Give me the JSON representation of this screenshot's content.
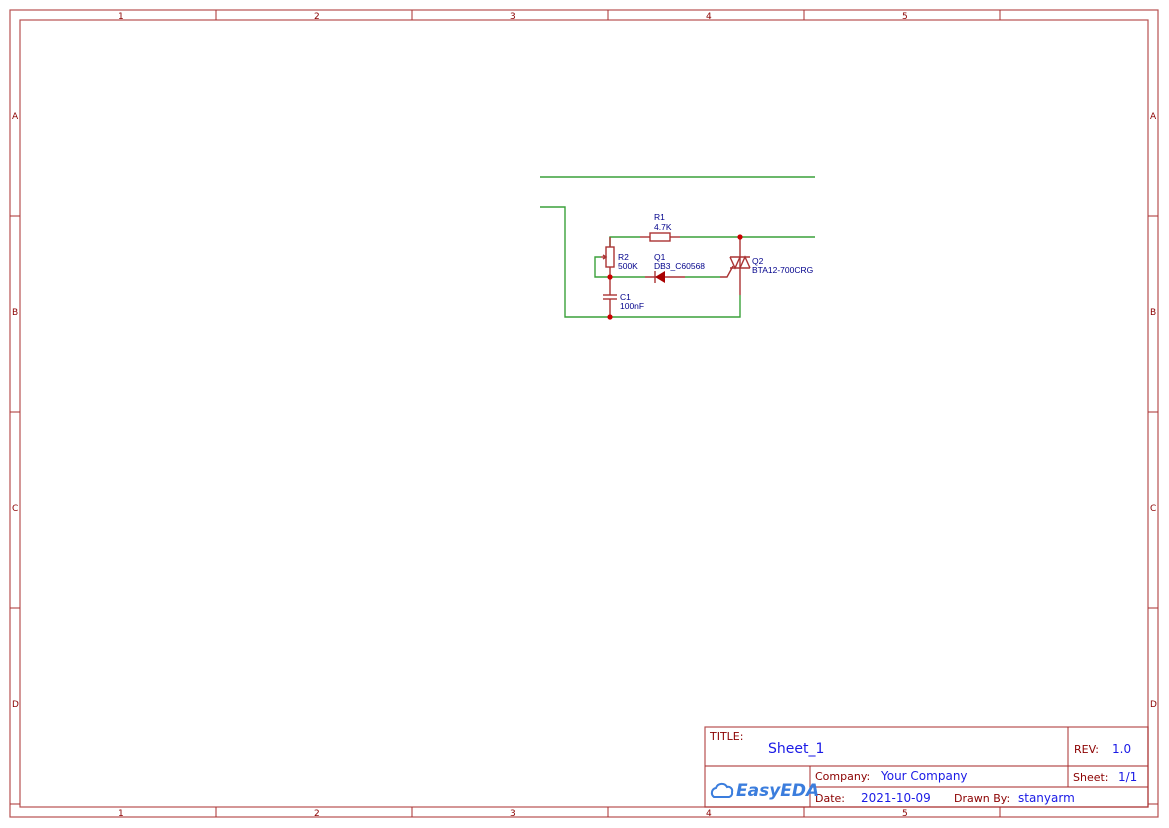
{
  "frame": {
    "columns": [
      "1",
      "2",
      "3",
      "4",
      "5"
    ],
    "rows": [
      "A",
      "B",
      "C",
      "D"
    ]
  },
  "components": {
    "r1": {
      "ref": "R1",
      "value": "4.7K"
    },
    "r2": {
      "ref": "R2",
      "value": "500K"
    },
    "q1": {
      "ref": "Q1",
      "value": "DB3_C60568"
    },
    "q2": {
      "ref": "Q2",
      "value": "BTA12-700CRG"
    },
    "c1": {
      "ref": "C1",
      "value": "100nF"
    }
  },
  "title_block": {
    "title_label": "TITLE:",
    "title_value": "Sheet_1",
    "rev_label": "REV:",
    "rev_value": "1.0",
    "company_label": "Company:",
    "company_value": "Your Company",
    "sheet_label": "Sheet:",
    "sheet_value": "1/1",
    "date_label": "Date:",
    "date_value": "2021-10-09",
    "drawn_by_label": "Drawn By:",
    "drawn_by_value": "stanyarm",
    "logo_text": "EasyEDA"
  },
  "colors": {
    "frame": "#aa3333",
    "wire": "#3aa13a",
    "component": "#aa3333",
    "junction": "#cc0000",
    "text_ref": "#00008b",
    "tb_value": "#1a1ae6"
  }
}
